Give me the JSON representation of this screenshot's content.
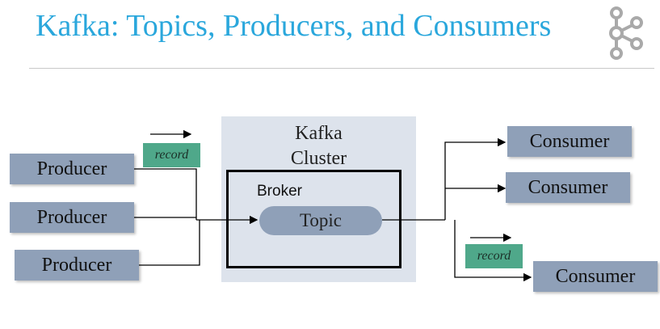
{
  "title": "Kafka: Topics, Producers, and Consumers",
  "cluster": {
    "line1": "Kafka",
    "line2": "Cluster"
  },
  "broker": {
    "label": "Broker"
  },
  "topic": {
    "label": "Topic"
  },
  "producers": [
    {
      "label": "Producer"
    },
    {
      "label": "Producer"
    },
    {
      "label": "Producer"
    }
  ],
  "consumers": [
    {
      "label": "Consumer"
    },
    {
      "label": "Consumer"
    },
    {
      "label": "Consumer"
    }
  ],
  "records": [
    {
      "label": "record"
    },
    {
      "label": "record"
    }
  ],
  "colors": {
    "title": "#2aa7dc",
    "box": "#8fa0b8",
    "cluster": "#dde3ec",
    "record": "#4fa88a",
    "logo": "#a9a9a9"
  },
  "icons": {
    "logo": "kafka-logo-icon"
  }
}
